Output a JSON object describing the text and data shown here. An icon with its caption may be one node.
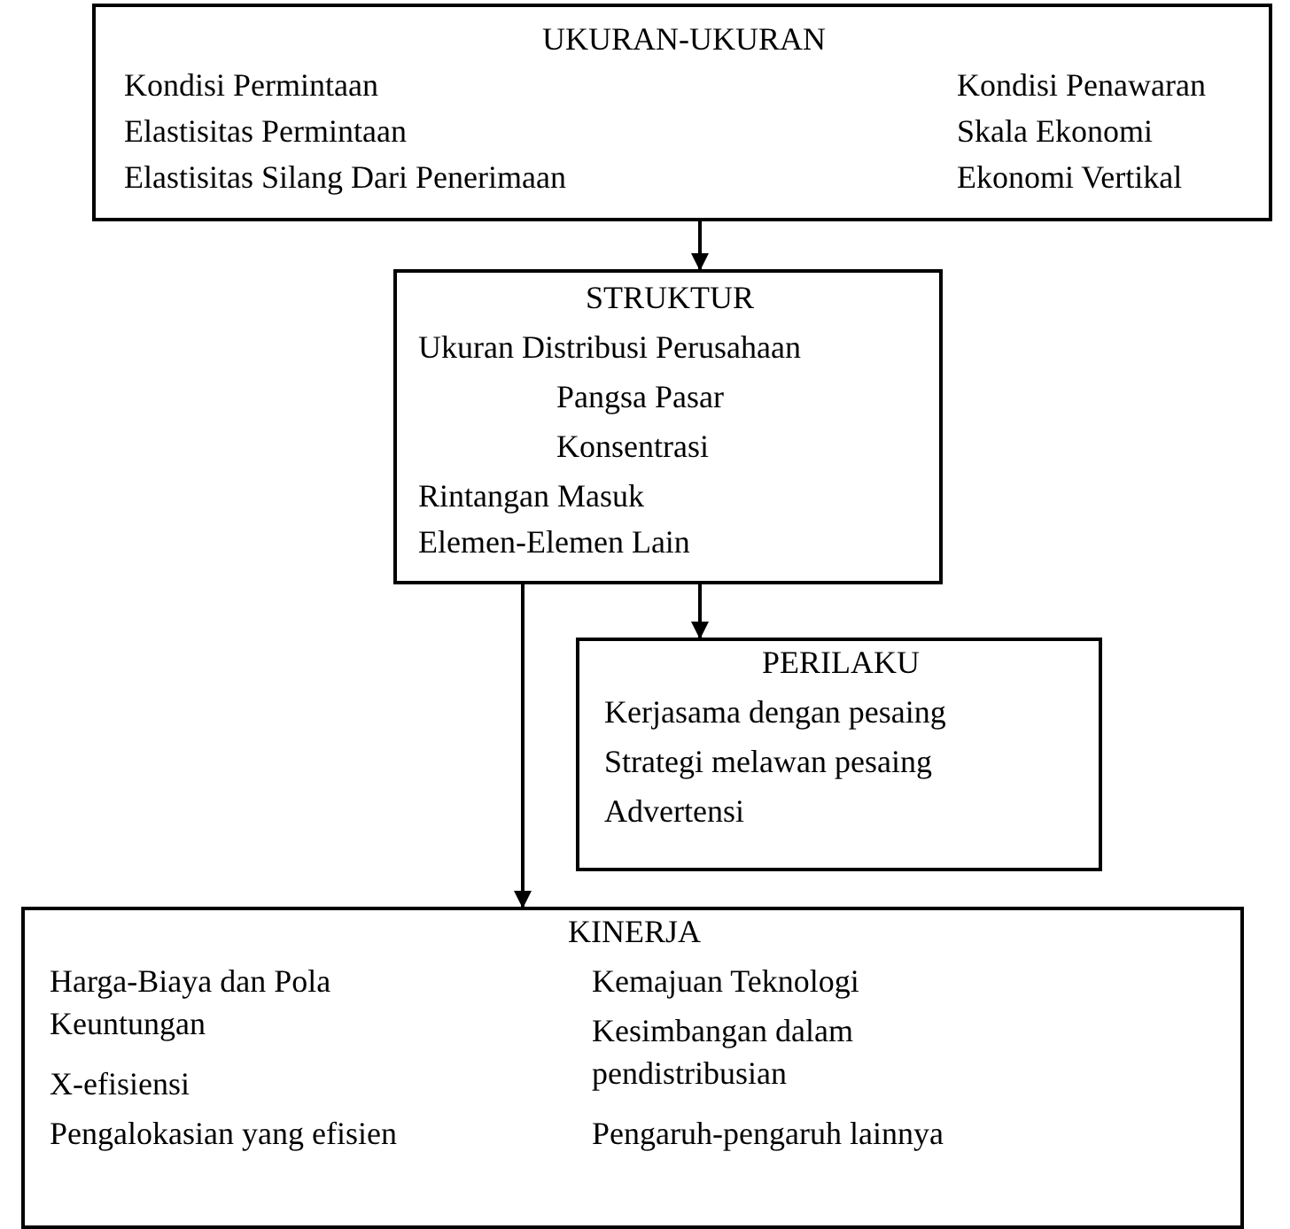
{
  "diagram": {
    "nodes": [
      {
        "text": [
          "UKURAN-UKURAN",
          "Kondisi Permintaan",
          "Elastisitas Permintaan",
          "Elastisitas Silang Dari Penerimaan",
          "Kondisi Penawaran",
          "Skala Ekonomi",
          "Ekonomi Vertikal"
        ]
      },
      {
        "text": [
          "STRUKTUR",
          "Ukuran Distribusi Perusahaan",
          "Pangsa Pasar",
          "Konsentrasi",
          "Rintangan Masuk",
          "Elemen-Elemen Lain"
        ]
      },
      {
        "text": [
          "PERILAKU",
          "Kerjasama dengan pesaing",
          "Strategi melawan pesaing",
          "Advertensi"
        ]
      },
      {
        "text": [
          "KINERJA",
          "Harga-Biaya dan Pola Keuntungan",
          "X-efisiensi",
          "Pengalokasian yang efisien",
          "Kemajuan Teknologi",
          "Kesimbangan dalam pendistribusian",
          "Pengaruh-pengaruh lainnya"
        ]
      }
    ],
    "edges": [
      {
        "from": 0,
        "to": 1,
        "arrow": "to"
      },
      {
        "from": 1,
        "to": 2,
        "arrow": "to"
      },
      {
        "from": 1,
        "to": 3,
        "arrow": "to"
      }
    ]
  }
}
